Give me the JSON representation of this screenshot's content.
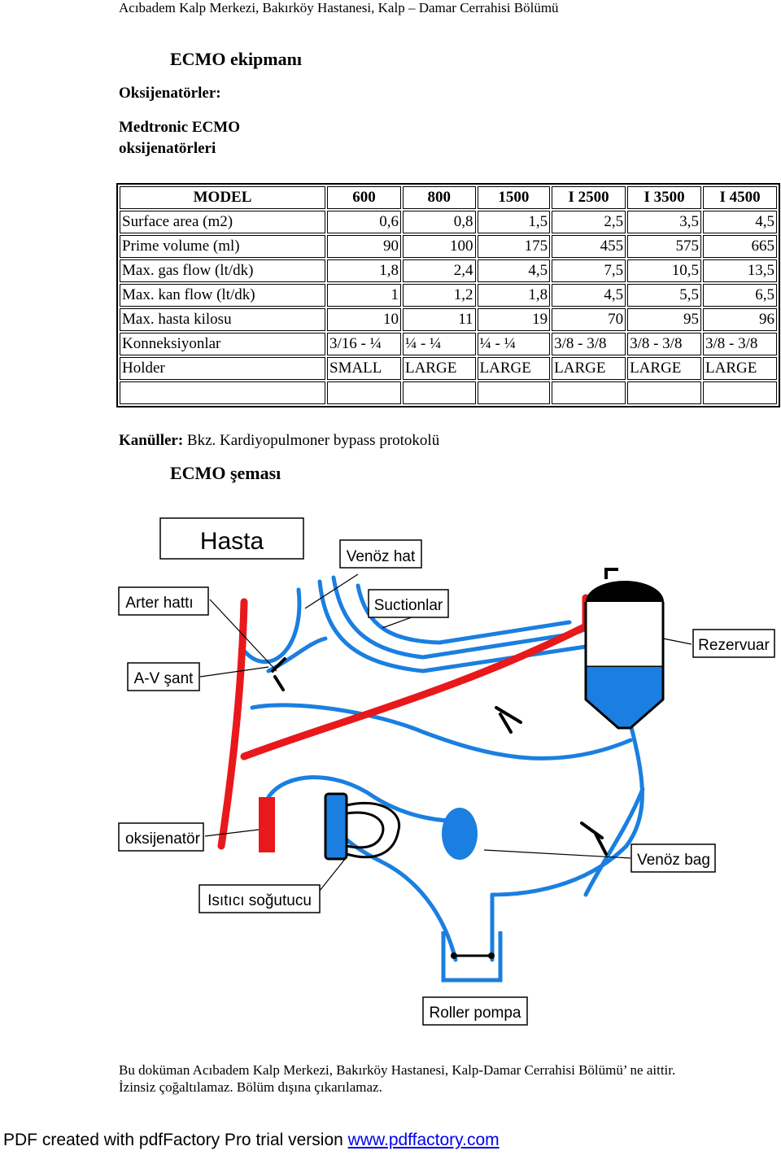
{
  "header": "Acıbadem Kalp Merkezi, Bakırköy Hastanesi, Kalp – Damar Cerrahisi Bölümü",
  "title": "ECMO ekipmanı",
  "section_oksijenatorler": "Oksijenatörler:",
  "medtronic_heading_line1": "Medtronic ECMO",
  "medtronic_heading_line2": "oksijenatörleri",
  "table": {
    "header": [
      "MODEL",
      "600",
      "800",
      "1500",
      "I 2500",
      "I 3500",
      "I 4500"
    ],
    "rows": [
      [
        "Surface area (m2)",
        "0,6",
        "0,8",
        "1,5",
        "2,5",
        "3,5",
        "4,5"
      ],
      [
        "Prime volume (ml)",
        "90",
        "100",
        "175",
        "455",
        "575",
        "665"
      ],
      [
        "Max. gas flow (lt/dk)",
        "1,8",
        "2,4",
        "4,5",
        "7,5",
        "10,5",
        "13,5"
      ],
      [
        "Max. kan flow (lt/dk)",
        "1",
        "1,2",
        "1,8",
        "4,5",
        "5,5",
        "6,5"
      ],
      [
        "Max. hasta kilosu",
        "10",
        "11",
        "19",
        "70",
        "95",
        "96"
      ],
      [
        "Konneksiyonlar",
        "3/16 - ¼",
        "¼ - ¼",
        "¼ - ¼",
        "3/8 - 3/8",
        "3/8 - 3/8",
        "3/8 - 3/8"
      ],
      [
        "Holder",
        "SMALL",
        "LARGE",
        "LARGE",
        "LARGE",
        "LARGE",
        "LARGE"
      ],
      [
        "",
        "",
        "",
        "",
        "",
        "",
        ""
      ]
    ]
  },
  "kanuller_label": "Kanüller:",
  "kanuller_text": " Bkz. Kardiyopulmoner bypass protokolü",
  "schema_title": "ECMO şeması",
  "diagram": {
    "labels": {
      "hasta": "Hasta",
      "venoz_hat": "Venöz hat",
      "arter_hatti": "Arter hattı",
      "suctionlar": "Suctionlar",
      "av_sant": "A-V şant",
      "rezervuar": "Rezervuar",
      "oksijenator": "oksijenatör",
      "venoz_bag": "Venöz bag",
      "isitici": "Isıtıcı soğutucu",
      "roller_pompa": "Roller pompa"
    },
    "colors": {
      "arterial": "#e8181b",
      "venous": "#1a7fe0",
      "dark": "#000000"
    }
  },
  "footer_line1": "Bu doküman Acıbadem Kalp Merkezi, Bakırköy Hastanesi, Kalp-Damar Cerrahisi Bölümü’ ne aittir.",
  "footer_line2": "İzinsiz çoğaltılamaz.  Bölüm dışına çıkarılamaz.",
  "pdf_bar_text": "PDF created with pdfFactory Pro trial version ",
  "pdf_bar_link": "www.pdffactory.com"
}
